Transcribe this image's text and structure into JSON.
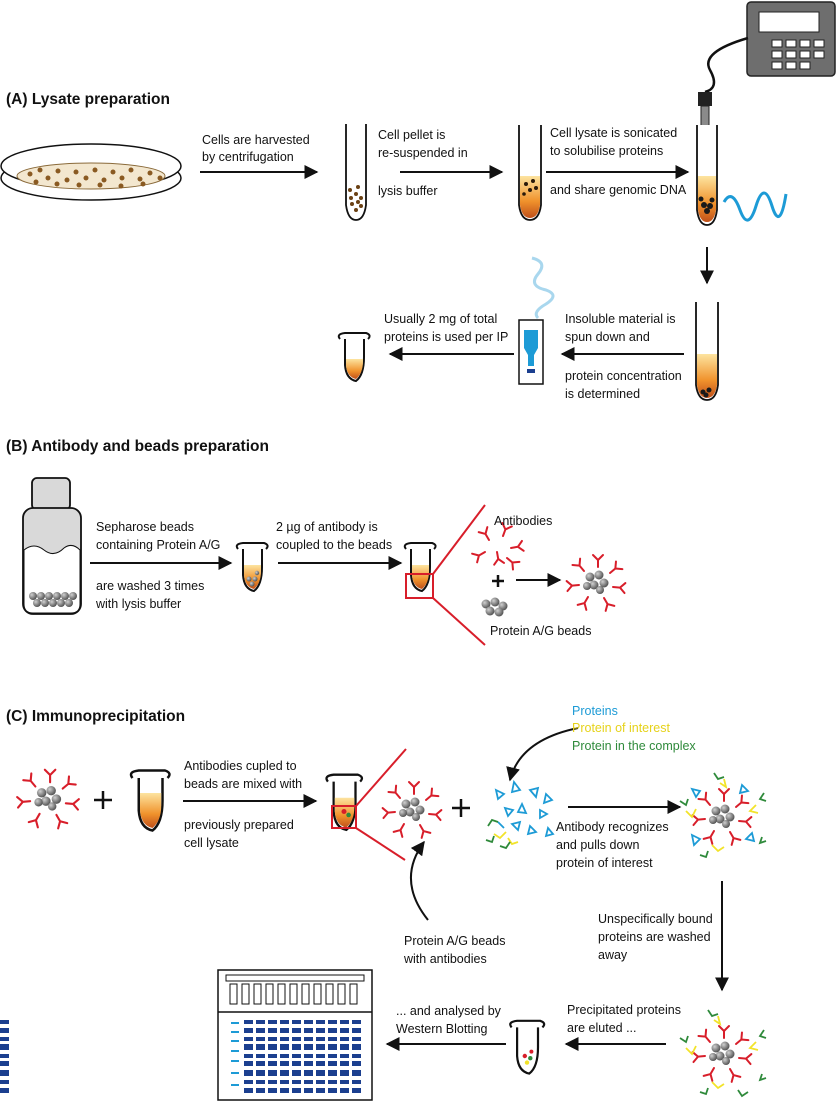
{
  "sections": {
    "a": {
      "title": "(A) Lysate preparation"
    },
    "b": {
      "title": "(B) Antibody and beads preparation"
    },
    "c": {
      "title": "(C) Immunoprecipitation"
    }
  },
  "a": {
    "harvest_l1": "Cells are harvested",
    "harvest_l2": "by centrifugation",
    "pellet_l1": "Cell pellet is",
    "pellet_l2": "re-suspended in",
    "pellet_l3": "lysis buffer",
    "sonic_l1": "Cell lysate is sonicated",
    "sonic_l2": "to solubilise proteins",
    "sonic_l3": "and share genomic DNA",
    "insol_l1": "Insoluble material is",
    "insol_l2": "spun down and",
    "insol_l3": "protein concentration",
    "insol_l4": "is determined",
    "usually_l1": "Usually 2 mg of total",
    "usually_l2": "proteins is used per IP"
  },
  "b": {
    "seph_l1": "Sepharose beads",
    "seph_l2": "containing Protein A/G",
    "seph_l3": "are washed 3 times",
    "seph_l4": "with lysis buffer",
    "ab_l1": "2 µg of antibody is",
    "ab_l2": "coupled to the beads",
    "antibodies": "Antibodies",
    "beads": "Protein A/G beads"
  },
  "c": {
    "mix_l1": "Antibodies cupled to",
    "mix_l2": "beads are mixed with",
    "mix_l3": "previously prepared",
    "mix_l4": "cell lysate",
    "legend_proteins": "Proteins",
    "legend_interest": "Protein of interest",
    "legend_complex": "Protein in the complex",
    "recog_l1": "Antibody recognizes",
    "recog_l2": "and pulls down",
    "recog_l3": "protein of interest",
    "beads_ab_l1": "Protein A/G beads",
    "beads_ab_l2": "with antibodies",
    "wash_l1": "Unspecifically bound",
    "wash_l2": "proteins are washed",
    "wash_l3": "away",
    "elute_l1": "Precipitated proteins",
    "elute_l2": "are eluted ...",
    "wb_l1": "... and analysed by",
    "wb_l2": "Western Blotting"
  },
  "colors": {
    "red": "#d81e2a",
    "blue": "#1d9bd6",
    "light_blue": "#a9d7ee",
    "yellow": "#f2e32a",
    "green": "#2f8a3b",
    "orange": "#e97b1e",
    "navy": "#1b3f8f"
  }
}
